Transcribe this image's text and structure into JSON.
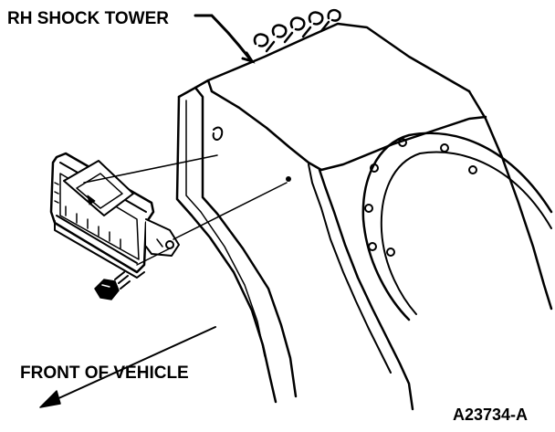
{
  "diagram": {
    "labels": {
      "shock_tower": "RH SHOCK TOWER",
      "front_of_vehicle": "FRONT OF VEHICLE",
      "figure_id": "A23734-A"
    },
    "colors": {
      "ink": "#000000",
      "paper": "#ffffff"
    }
  }
}
